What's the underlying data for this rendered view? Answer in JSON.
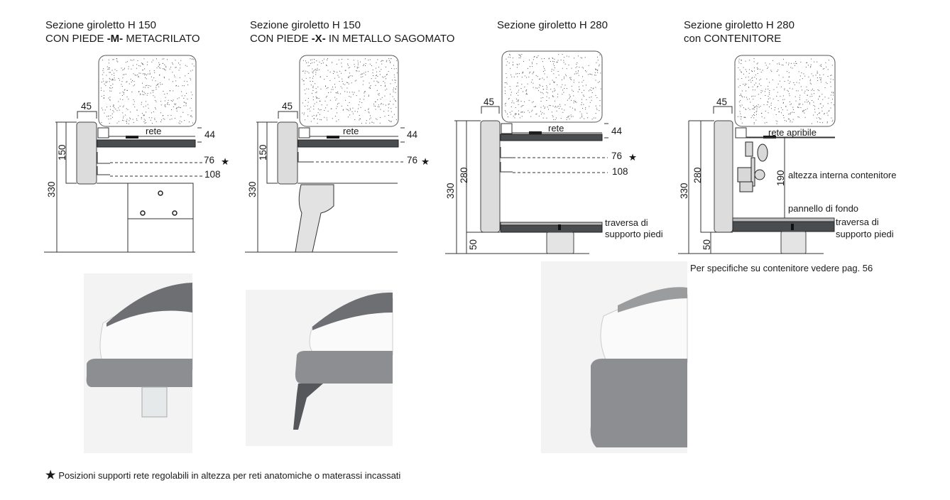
{
  "panels": [
    {
      "title1": "Sezione giroletto H 150",
      "title2_pre": "CON PIEDE ",
      "title2_bold": "-M-",
      "title2_post": " METACRILATO",
      "dims": {
        "width": "45",
        "height": "150",
        "total": "330",
        "d1": "44",
        "d2": "76",
        "d3": "108"
      },
      "rete": "rete",
      "star": "★"
    },
    {
      "title1": "Sezione giroletto H 150",
      "title2_pre": "CON PIEDE ",
      "title2_bold": "-X-",
      "title2_post": " IN METALLO SAGOMATO",
      "dims": {
        "width": "45",
        "height": "150",
        "total": "330",
        "d1": "44",
        "d2": "76"
      },
      "rete": "rete",
      "star": "★"
    },
    {
      "title1": "Sezione giroletto H 280",
      "dims": {
        "width": "45",
        "height": "280",
        "total": "330",
        "feet": "50",
        "d1": "44",
        "d2": "76",
        "d3": "108"
      },
      "rete": "rete",
      "star": "★",
      "label_traversa1": "traversa di",
      "label_traversa2": "supporto piedi"
    },
    {
      "title1": "Sezione giroletto H 280",
      "title2": "con CONTENITORE",
      "dims": {
        "width": "45",
        "height": "280",
        "total": "330",
        "feet": "50",
        "inner": "190"
      },
      "rete": "rete apribile",
      "label_inner": "altezza interna contenitore",
      "label_panel": "pannello di fondo",
      "label_traversa1": "traversa di",
      "label_traversa2": "supporto piedi",
      "note": "Per specifiche su contenitore vedere pag. 56"
    }
  ],
  "footnote": {
    "star": "★",
    "text": "Posizioni supporti rete regolabili in altezza per reti anatomiche o materassi incassati"
  }
}
